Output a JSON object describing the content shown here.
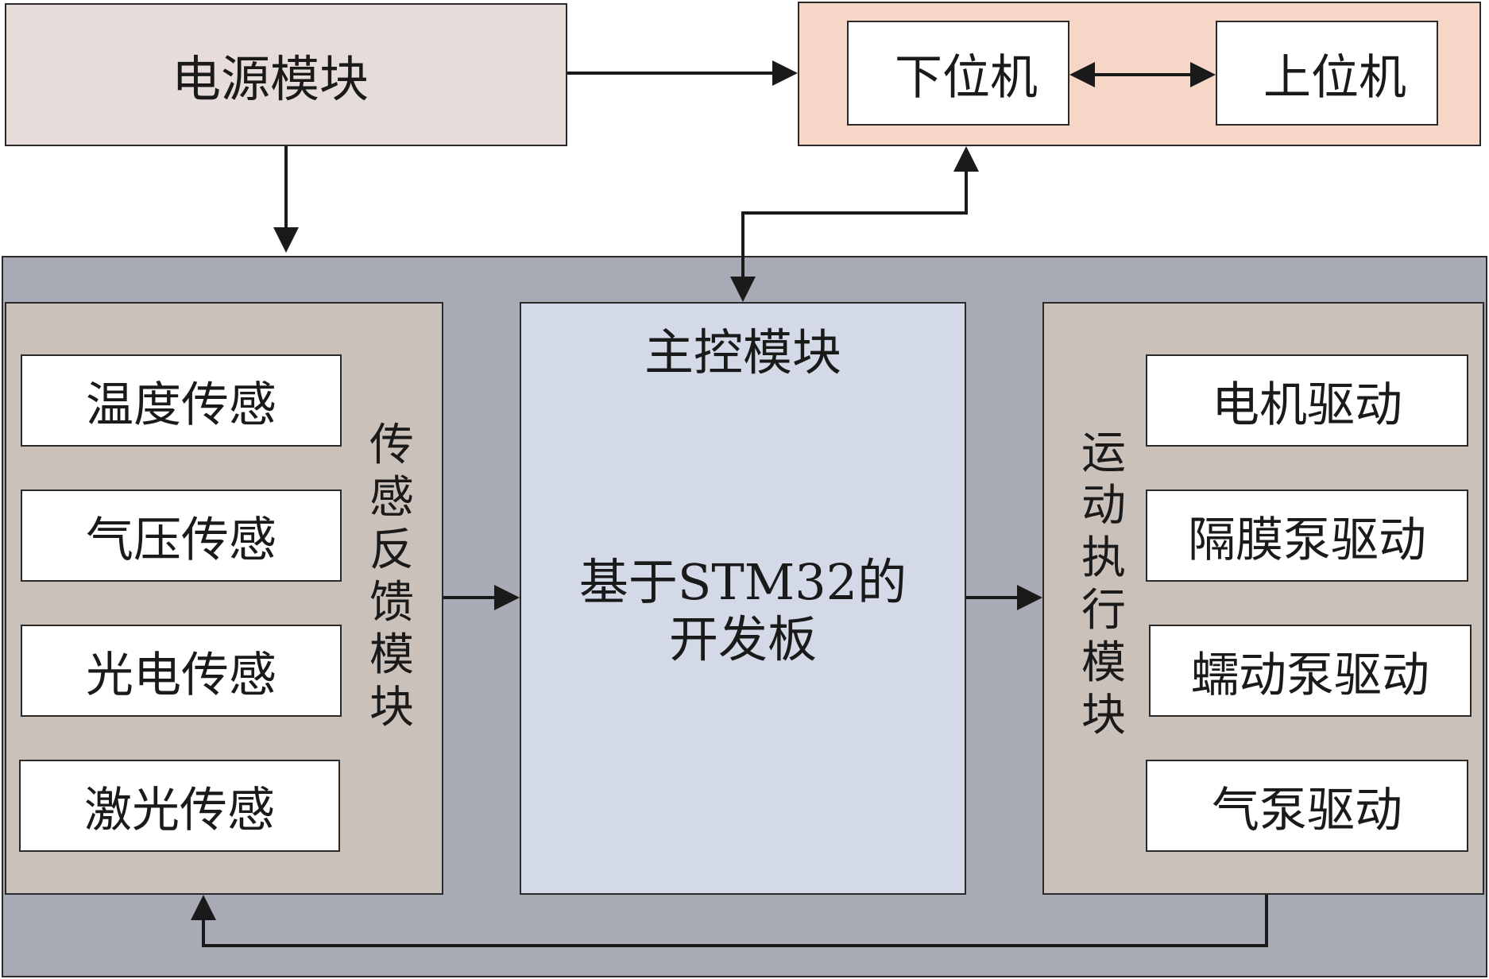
{
  "power": {
    "label": "电源模块"
  },
  "host_group": {
    "lower": "下位机",
    "upper": "上位机"
  },
  "main_control": {
    "title": "主控模块",
    "line1": "基于STM32的",
    "line2": "开发板"
  },
  "sensor_module": {
    "title_chars": [
      "传",
      "感",
      "反",
      "馈",
      "模",
      "块"
    ],
    "items": [
      "温度传感",
      "气压传感",
      "光电传感",
      "激光传感"
    ]
  },
  "motion_module": {
    "title_chars": [
      "运",
      "动",
      "执",
      "行",
      "模",
      "块"
    ],
    "items": [
      "电机驱动",
      "隔膜泵驱动",
      "蠕动泵驱动",
      "气泵驱动"
    ]
  },
  "colors": {
    "power_fill": "#e6dcd9",
    "host_fill": "#f6d7c7",
    "outer_fill": "#a8aab5",
    "side_fill": "#cbc1bb",
    "main_fill": "#d4d9e7",
    "stroke": "#1a1a1a"
  }
}
